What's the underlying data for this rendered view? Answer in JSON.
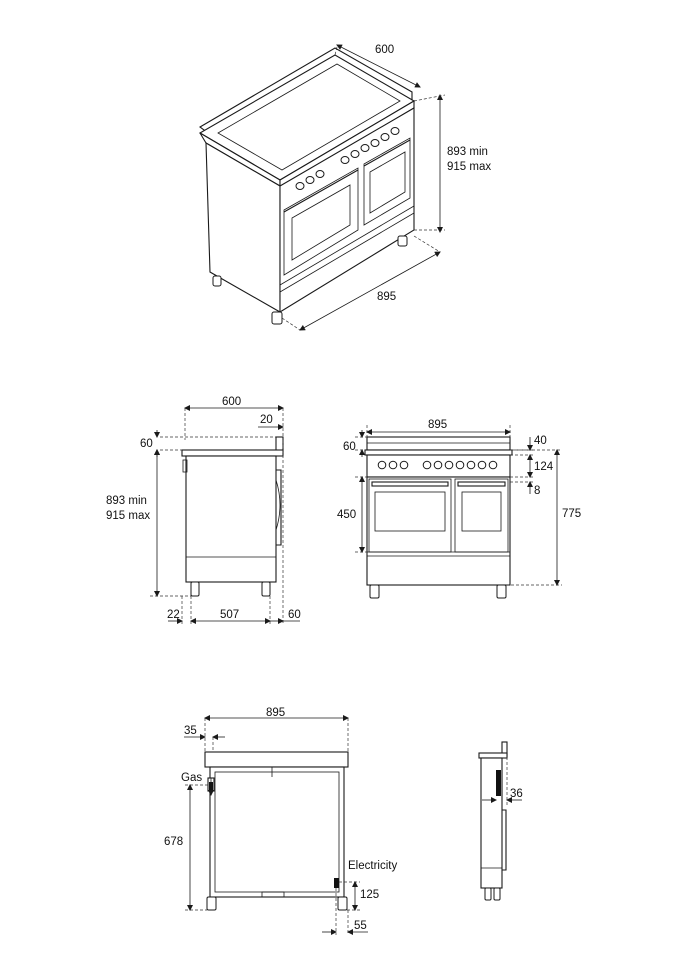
{
  "iso_view": {
    "depth": "600",
    "height_min": "893 min",
    "height_max": "915 max",
    "width": "895"
  },
  "side_view": {
    "depth": "600",
    "top_offset": "20",
    "back_height": "60",
    "height_min": "893 min",
    "height_max": "915 max",
    "foot_left": "22",
    "base_depth": "507",
    "foot_right": "60"
  },
  "front_view": {
    "width": "895",
    "backguard": "60",
    "top_gap": "40",
    "panel": "124",
    "panel_gap": "8",
    "oven_height": "450",
    "worktop_height": "775"
  },
  "back_view": {
    "width": "895",
    "gas_offset": "35",
    "gas_label": "Gas",
    "gas_height": "678",
    "electricity_label": "Electricity",
    "electricity_height": "125",
    "electricity_offset": "55"
  },
  "mini_side_view": {
    "offset": "36"
  }
}
